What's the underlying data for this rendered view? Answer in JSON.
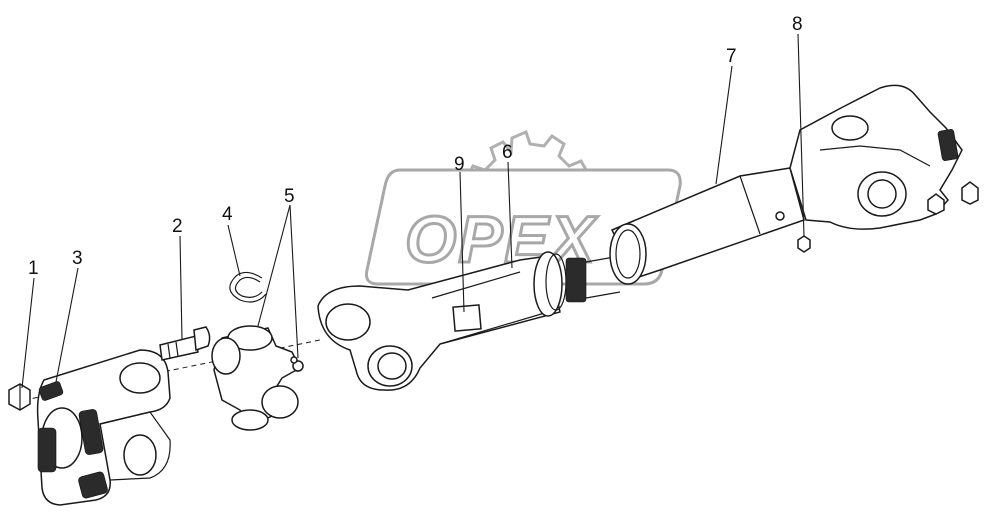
{
  "diagram": {
    "callouts": [
      {
        "id": "1",
        "label": "1"
      },
      {
        "id": "2",
        "label": "2"
      },
      {
        "id": "3",
        "label": "3"
      },
      {
        "id": "4",
        "label": "4"
      },
      {
        "id": "5",
        "label": "5"
      },
      {
        "id": "6",
        "label": "6"
      },
      {
        "id": "7",
        "label": "7"
      },
      {
        "id": "8",
        "label": "8"
      },
      {
        "id": "9",
        "label": "9"
      }
    ],
    "watermark": {
      "text": "OPEX",
      "style": "gear logo, grey outline"
    },
    "colors": {
      "line": "#1a1a1a",
      "watermark": "#a8a8a8",
      "background": "#ffffff"
    }
  }
}
